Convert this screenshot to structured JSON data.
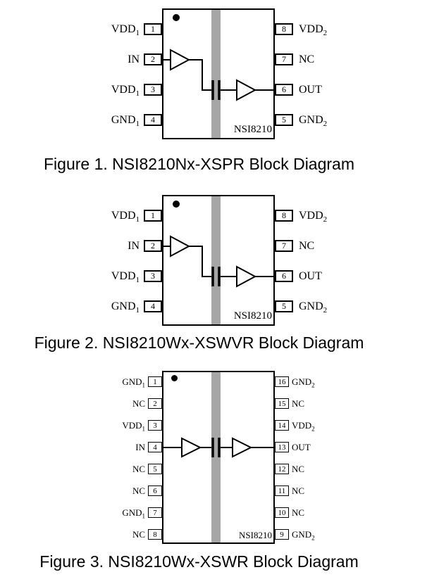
{
  "figures": [
    {
      "chip_label": "NSI8210",
      "caption": "Figure 1. NSI8210Nx-XSPR Block Diagram",
      "left_pins": [
        {
          "num": "1",
          "label": "VDD",
          "sub": "1"
        },
        {
          "num": "2",
          "label": "IN",
          "sub": ""
        },
        {
          "num": "3",
          "label": "VDD",
          "sub": "1"
        },
        {
          "num": "4",
          "label": "GND",
          "sub": "1"
        }
      ],
      "right_pins": [
        {
          "num": "8",
          "label": "VDD",
          "sub": "2"
        },
        {
          "num": "7",
          "label": "NC",
          "sub": ""
        },
        {
          "num": "6",
          "label": "OUT",
          "sub": ""
        },
        {
          "num": "5",
          "label": "GND",
          "sub": "2"
        }
      ]
    },
    {
      "chip_label": "NSI8210",
      "caption": "Figure 2. NSI8210Wx-XSWVR Block Diagram",
      "left_pins": [
        {
          "num": "1",
          "label": "VDD",
          "sub": "1"
        },
        {
          "num": "2",
          "label": "IN",
          "sub": ""
        },
        {
          "num": "3",
          "label": "VDD",
          "sub": "1"
        },
        {
          "num": "4",
          "label": "GND",
          "sub": "1"
        }
      ],
      "right_pins": [
        {
          "num": "8",
          "label": "VDD",
          "sub": "2"
        },
        {
          "num": "7",
          "label": "NC",
          "sub": ""
        },
        {
          "num": "6",
          "label": "OUT",
          "sub": ""
        },
        {
          "num": "5",
          "label": "GND",
          "sub": "2"
        }
      ]
    },
    {
      "chip_label": "NSI8210",
      "caption": "Figure 3. NSI8210Wx-XSWR Block Diagram",
      "left_pins": [
        {
          "num": "1",
          "label": "GND",
          "sub": "1"
        },
        {
          "num": "2",
          "label": "NC",
          "sub": ""
        },
        {
          "num": "3",
          "label": "VDD",
          "sub": "1"
        },
        {
          "num": "4",
          "label": "IN",
          "sub": ""
        },
        {
          "num": "5",
          "label": "NC",
          "sub": ""
        },
        {
          "num": "6",
          "label": "NC",
          "sub": ""
        },
        {
          "num": "7",
          "label": "GND",
          "sub": "1"
        },
        {
          "num": "8",
          "label": "NC",
          "sub": ""
        }
      ],
      "right_pins": [
        {
          "num": "16",
          "label": "GND",
          "sub": "2"
        },
        {
          "num": "15",
          "label": "NC",
          "sub": ""
        },
        {
          "num": "14",
          "label": "VDD",
          "sub": "2"
        },
        {
          "num": "13",
          "label": "OUT",
          "sub": ""
        },
        {
          "num": "12",
          "label": "NC",
          "sub": ""
        },
        {
          "num": "11",
          "label": "NC",
          "sub": ""
        },
        {
          "num": "10",
          "label": "NC",
          "sub": ""
        },
        {
          "num": "9",
          "label": "GND",
          "sub": "2"
        }
      ]
    }
  ]
}
